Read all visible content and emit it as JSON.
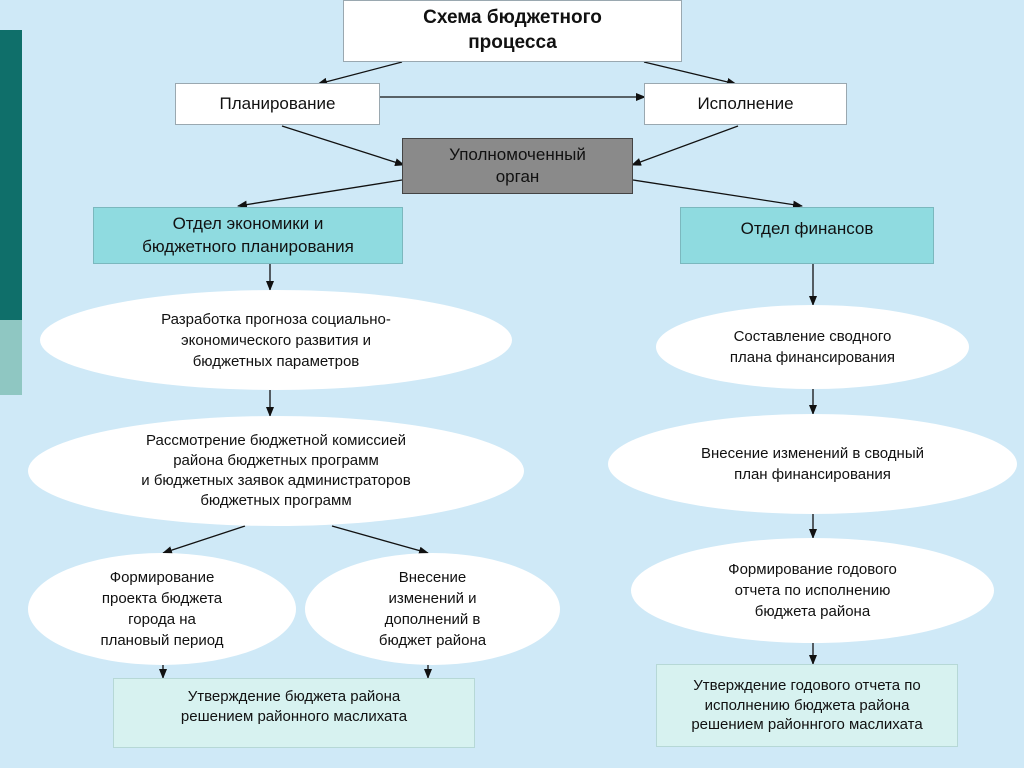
{
  "title": "Схема  бюджетного\nпроцесса",
  "planning": "Планирование",
  "execution": "Исполнение",
  "authority": "Уполномоченный\nорган",
  "dept_econ": "Отдел  экономики и\nбюджетного  планирования",
  "dept_fin": "Отдел  финансов",
  "left": {
    "forecast": "Разработка прогноза  социально-\nэкономического развития и\nбюджетных  параметров",
    "commission": "Рассмотрение бюджетной комиссией\nрайона  бюджетных программ\nи  бюджетных  заявок администраторов\nбюджетных  программ",
    "draft": "Формирование\nпроекта  бюджета\nгорода  на\nплановый  период",
    "amend": "Внесение\nизменений  и\nдополнений  в\nбюджет  района",
    "approve": "Утверждение  бюджета  района\nрешением  районного   маслихата"
  },
  "right": {
    "summary": "Составление  сводного\nплана  финансирования",
    "changes": "Внесение  изменений  в  сводный\nплан  финансирования",
    "annual": "Формирование  годового\nотчета  по  исполнению\nбюджета  района",
    "approve": "Утверждение годового  отчета  по\nисполнению  бюджета  района\nрешением  районнгого  маслихата"
  }
}
